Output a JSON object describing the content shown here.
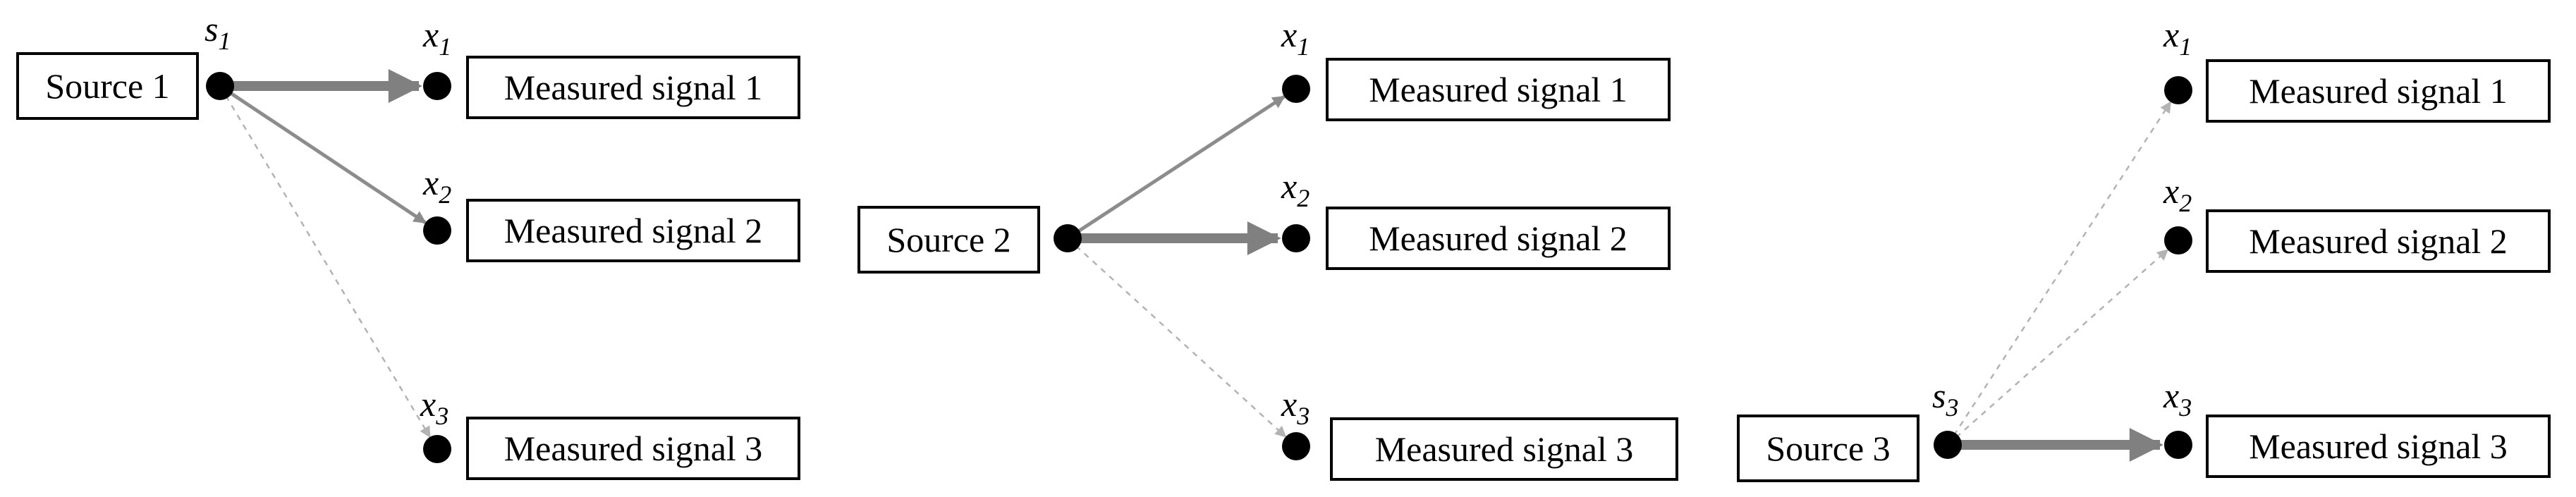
{
  "colors": {
    "strong": "#808080",
    "medium": "#8c8c8c",
    "weak": "#b3b3b3",
    "node": "#000000",
    "box_stroke": "#000000"
  },
  "panels": [
    {
      "source": {
        "label": "Source 1",
        "var_base": "s",
        "var_sub": "1"
      },
      "outputs": [
        {
          "label": "Measured signal 1",
          "var_base": "x",
          "var_sub": "1"
        },
        {
          "label": "Measured signal 2",
          "var_base": "x",
          "var_sub": "2"
        },
        {
          "label": "Measured signal 3",
          "var_base": "x",
          "var_sub": "3"
        }
      ],
      "edges": [
        {
          "to": 0,
          "strength": "strong"
        },
        {
          "to": 1,
          "strength": "medium"
        },
        {
          "to": 2,
          "strength": "weak"
        }
      ]
    },
    {
      "source": {
        "label": "Source 2",
        "var_base": "",
        "var_sub": ""
      },
      "outputs": [
        {
          "label": "Measured signal 1",
          "var_base": "x",
          "var_sub": "1"
        },
        {
          "label": "Measured signal 2",
          "var_base": "x",
          "var_sub": "2"
        },
        {
          "label": "Measured signal 3",
          "var_base": "x",
          "var_sub": "3"
        }
      ],
      "edges": [
        {
          "to": 0,
          "strength": "medium"
        },
        {
          "to": 1,
          "strength": "strong"
        },
        {
          "to": 2,
          "strength": "weak"
        }
      ]
    },
    {
      "source": {
        "label": "Source 3",
        "var_base": "s",
        "var_sub": "3"
      },
      "outputs": [
        {
          "label": "Measured signal 1",
          "var_base": "x",
          "var_sub": "1"
        },
        {
          "label": "Measured signal 2",
          "var_base": "x",
          "var_sub": "2"
        },
        {
          "label": "Measured signal 3",
          "var_base": "x",
          "var_sub": "3"
        }
      ],
      "edges": [
        {
          "to": 0,
          "strength": "weak"
        },
        {
          "to": 1,
          "strength": "weak"
        },
        {
          "to": 2,
          "strength": "strong"
        }
      ]
    }
  ]
}
